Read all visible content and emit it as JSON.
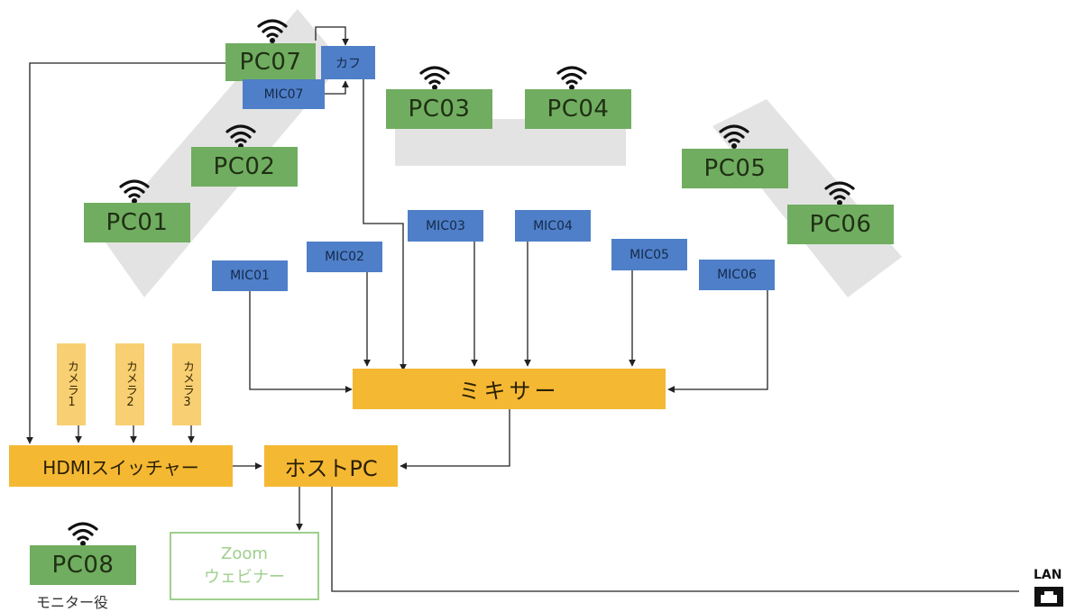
{
  "pcs": {
    "pc01": "PC01",
    "pc02": "PC02",
    "pc03": "PC03",
    "pc04": "PC04",
    "pc05": "PC05",
    "pc06": "PC06",
    "pc07": "PC07",
    "pc08": "PC08"
  },
  "mics": {
    "mic01": "MIC01",
    "mic02": "MIC02",
    "mic03": "MIC03",
    "mic04": "MIC04",
    "mic05": "MIC05",
    "mic06": "MIC06",
    "mic07": "MIC07"
  },
  "cough": "カフ",
  "cameras": {
    "cam1": "カメラ1",
    "cam2": "カメラ2",
    "cam3": "カメラ3"
  },
  "mixer": "ミキサー",
  "switcher": "HDMIスイッチャー",
  "host": "ホストPC",
  "zoom": {
    "line1": "Zoom",
    "line2": "ウェビナー"
  },
  "pc08_caption": "モニター役",
  "lan": "LAN",
  "icons": {
    "wifi": "wifi-icon",
    "lan": "ethernet-port-icon"
  },
  "colors": {
    "pc": "#70ad60",
    "mic": "#4f7fc8",
    "device": "#f5b833",
    "camera": "#f8cf72",
    "zoom": "#9fcf8e",
    "table": "#d9d9d9"
  }
}
